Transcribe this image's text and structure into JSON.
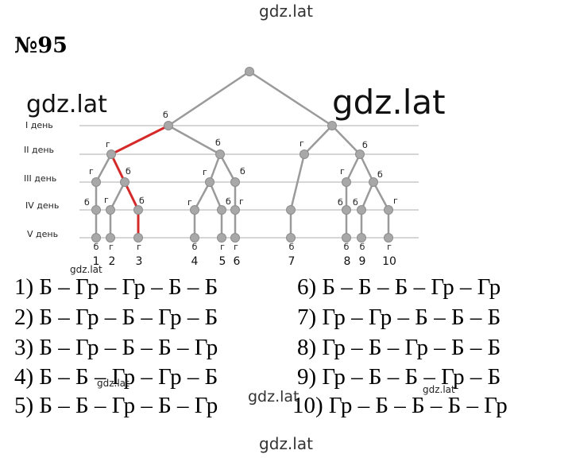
{
  "watermark": "gdz.lat",
  "task_number": "№95",
  "days": [
    "I день",
    "II день",
    "III день",
    "IV день",
    "V день"
  ],
  "tree_labels": {
    "root_left": "б",
    "d2_left": "г",
    "d2_mid": "б",
    "d2_right_g": "г",
    "d2_right_b": "б",
    "d3_a": "г",
    "d3_b": "б",
    "d3_c": "г",
    "d3_d": "б",
    "d3_e": "г",
    "d3_f": "б",
    "d4_1": "б",
    "d4_2": "г",
    "d4_3": "б",
    "d4_4": "г",
    "d4_5": "б",
    "d4_6": "г",
    "d4_8": "б",
    "d4_9": "б",
    "d4_10": "г",
    "leaf_1": "б",
    "leaf_2": "г",
    "leaf_3": "г",
    "leaf_4": "б",
    "leaf_5": "г",
    "leaf_6": "г",
    "leaf_7": "б",
    "leaf_8": "б",
    "leaf_9": "б",
    "leaf_10": "г"
  },
  "leaf_numbers": [
    "1",
    "2",
    "3",
    "4",
    "5",
    "6",
    "7",
    "8",
    "9",
    "10"
  ],
  "answers": {
    "a1": "1) Б – Гр – Гр – Б – Б",
    "a2": "2) Б – Гр – Б – Гр – Б",
    "a3": "3) Б – Гр – Б – Б – Гр",
    "a4": "4) Б – Б – Гр – Гр – Б",
    "a5": "5) Б – Б – Гр – Б – Гр",
    "a6": "6) Б – Б – Б – Гр – Гр",
    "a7": "7) Гр – Гр – Б – Б – Б",
    "a8": "8) Гр – Б – Гр – Б – Б",
    "a9": "9) Гр – Б – Б – Гр – Б",
    "a10": "10) Гр – Б – Б – Б – Гр"
  },
  "colors": {
    "tree": "#9a9a9a",
    "highlight": "#d42a2a",
    "text": "#000000"
  }
}
